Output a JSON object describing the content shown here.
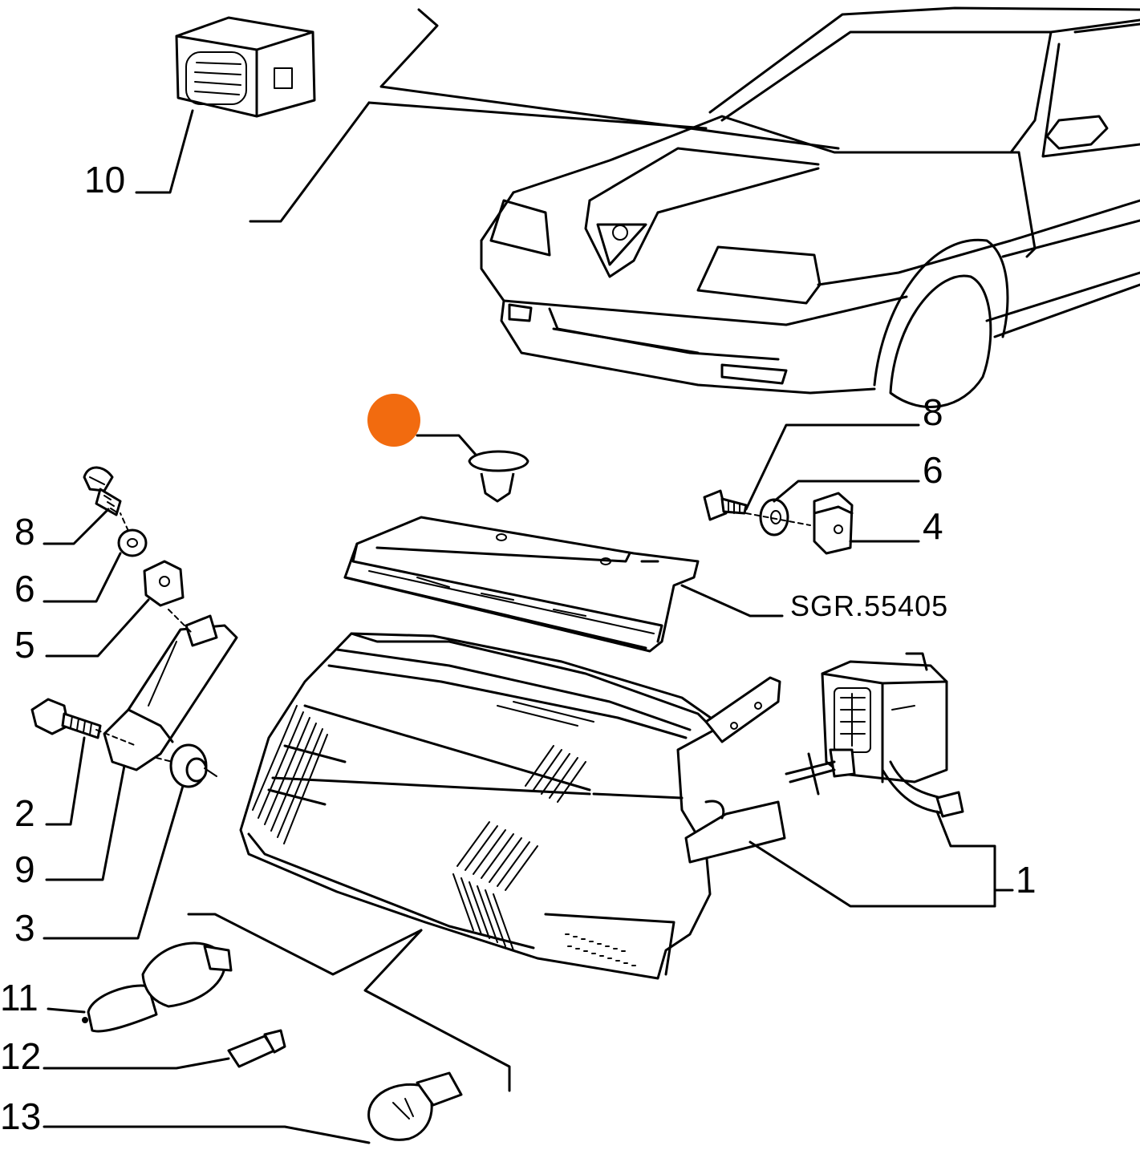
{
  "diagram": {
    "reference_code": "SGR.55405",
    "highlight_color": "#f26b0f",
    "callouts": [
      {
        "id": "label-10",
        "text": "10"
      },
      {
        "id": "label-8-right",
        "text": "8"
      },
      {
        "id": "label-6-right",
        "text": "6"
      },
      {
        "id": "label-4",
        "text": "4"
      },
      {
        "id": "label-8-left",
        "text": "8"
      },
      {
        "id": "label-6-left",
        "text": "6"
      },
      {
        "id": "label-5",
        "text": "5"
      },
      {
        "id": "label-2",
        "text": "2"
      },
      {
        "id": "label-9",
        "text": "9"
      },
      {
        "id": "label-3",
        "text": "3"
      },
      {
        "id": "label-11",
        "text": "11"
      },
      {
        "id": "label-12",
        "text": "12"
      },
      {
        "id": "label-13",
        "text": "13"
      },
      {
        "id": "label-1",
        "text": "1"
      }
    ]
  }
}
